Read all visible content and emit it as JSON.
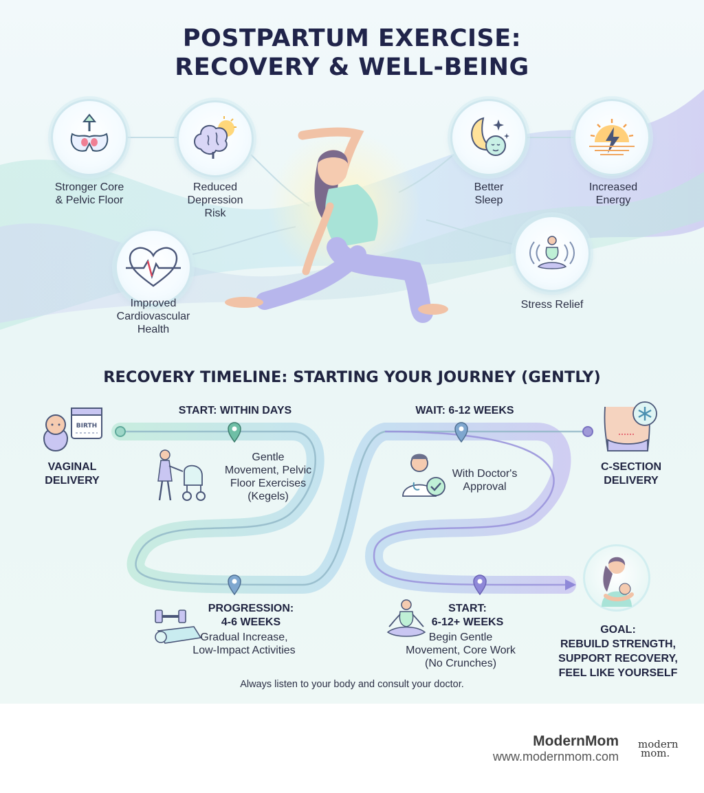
{
  "title": {
    "line1": "POSTPARTUM EXERCISE:",
    "line2": "RECOVERY & WELL-BEING"
  },
  "benefits": [
    {
      "label": "Stronger Core\n& Pelvic Floor",
      "icon": "pelvis-arrow-up-icon"
    },
    {
      "label": "Reduced\nDepression\nRisk",
      "icon": "brain-sun-icon"
    },
    {
      "label": "Better\nSleep",
      "icon": "moon-stars-icon"
    },
    {
      "label": "Increased\nEnergy",
      "icon": "sun-lightning-icon"
    },
    {
      "label": "Improved\nCardiovascular\nHealth",
      "icon": "heart-pulse-icon"
    },
    {
      "label": "Stress Relief",
      "icon": "meditating-person-icon"
    }
  ],
  "timeline": {
    "title": "RECOVERY TIMELINE: STARTING YOUR JOURNEY (GENTLY)",
    "vaginal_label": "VAGINAL\nDELIVERY",
    "csection_label": "C-SECTION\nDELIVERY",
    "calendar_text": "BIRTH",
    "start_days_title": "START: WITHIN DAYS",
    "start_days_text": "Gentle\nMovement, Pelvic\nFloor Exercises\n(Kegels)",
    "wait_title": "WAIT: 6-12 WEEKS",
    "wait_text": "With Doctor's\nApproval",
    "progression_title": "PROGRESSION:\n4-6 WEEKS",
    "progression_text": "Gradual Increase,\nLow-Impact Activities",
    "start_weeks_title": "START:\n6-12+ WEEKS",
    "start_weeks_text": "Begin Gentle\nMovement, Core Work\n(No Crunches)",
    "goal_text": "GOAL:\nREBUILD STRENGTH,\nSUPPORT RECOVERY,\nFEEL LIKE YOURSELF",
    "disclaimer": "Always listen to your body and consult your doctor."
  },
  "footer": {
    "brand": "ModernMom",
    "url": "www.modernmom.com",
    "logo_line1": "modern",
    "logo_line2": "mom."
  },
  "colors": {
    "navy": "#1f2340",
    "teal": "#7ccfcf",
    "lavender": "#a9a6e6",
    "mint": "#aee6c8",
    "accent_red": "#e0465a"
  }
}
